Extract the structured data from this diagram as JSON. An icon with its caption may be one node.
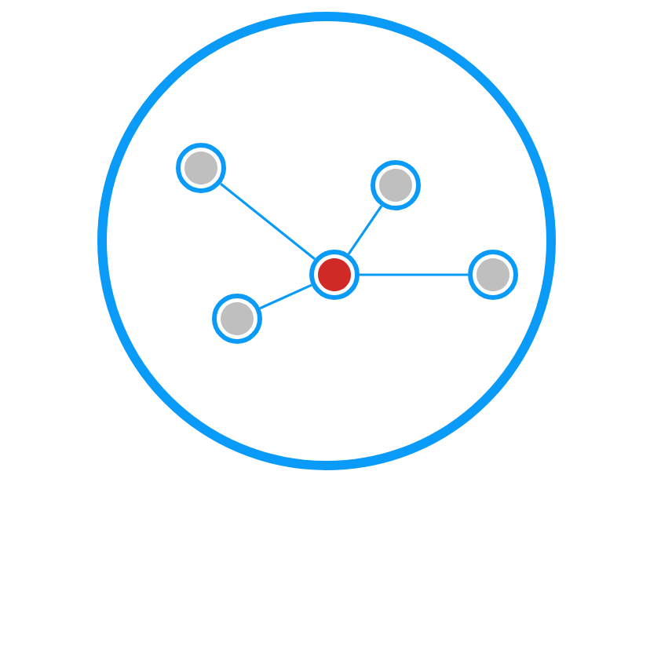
{
  "diagram": {
    "nodes": [
      {
        "text": [],
        "shape": "circle"
      },
      {
        "text": [],
        "shape": "circle",
        "in": 0
      },
      {
        "text": [],
        "shape": "circle",
        "in": 0
      },
      {
        "text": [],
        "shape": "circle",
        "in": 0
      },
      {
        "text": [],
        "shape": "circle",
        "in": 0
      },
      {
        "text": [],
        "shape": "circle",
        "in": 0
      }
    ],
    "edges": [
      {
        "from": 3,
        "to": 1,
        "arrow": "none"
      },
      {
        "from": 3,
        "to": 2,
        "arrow": "none"
      },
      {
        "from": 3,
        "to": 4,
        "arrow": "none"
      },
      {
        "from": 3,
        "to": 5,
        "arrow": "none"
      }
    ]
  }
}
